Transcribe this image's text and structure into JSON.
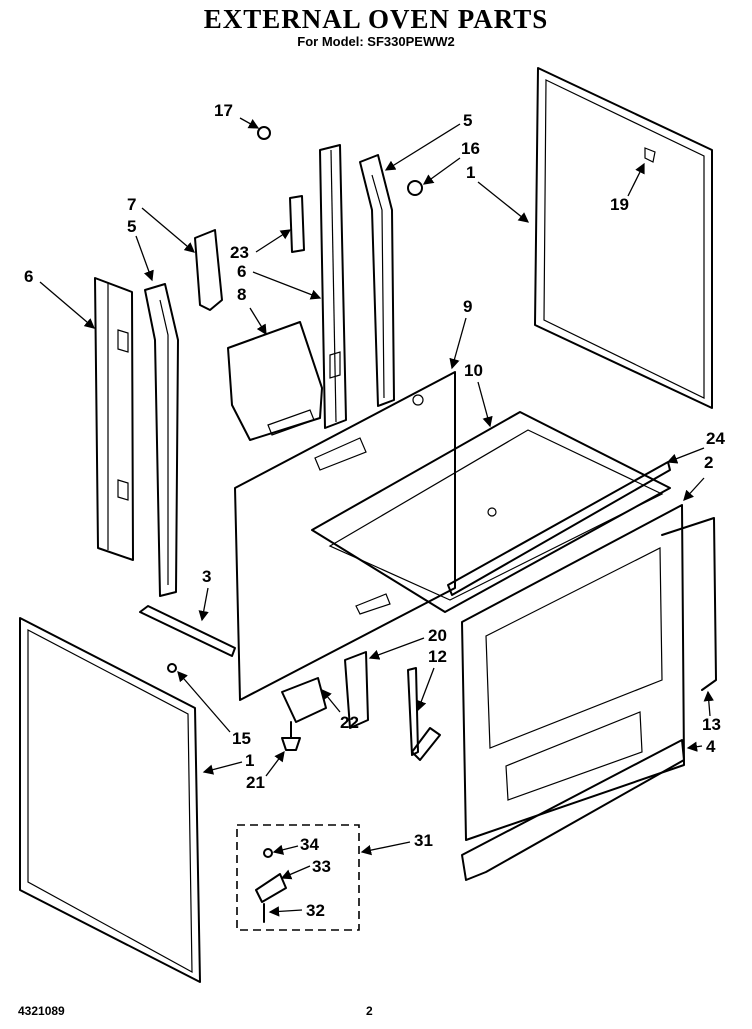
{
  "header": {
    "title": "EXTERNAL OVEN PARTS",
    "subtitle": "For Model: SF330PEWW2"
  },
  "callouts": [
    "1",
    "1",
    "2",
    "3",
    "4",
    "5",
    "5",
    "6",
    "6",
    "7",
    "8",
    "9",
    "10",
    "12",
    "13",
    "15",
    "16",
    "17",
    "19",
    "20",
    "21",
    "22",
    "23",
    "24",
    "31",
    "32",
    "33",
    "34"
  ],
  "footer": {
    "doc_number": "4321089",
    "page_number": "2"
  }
}
